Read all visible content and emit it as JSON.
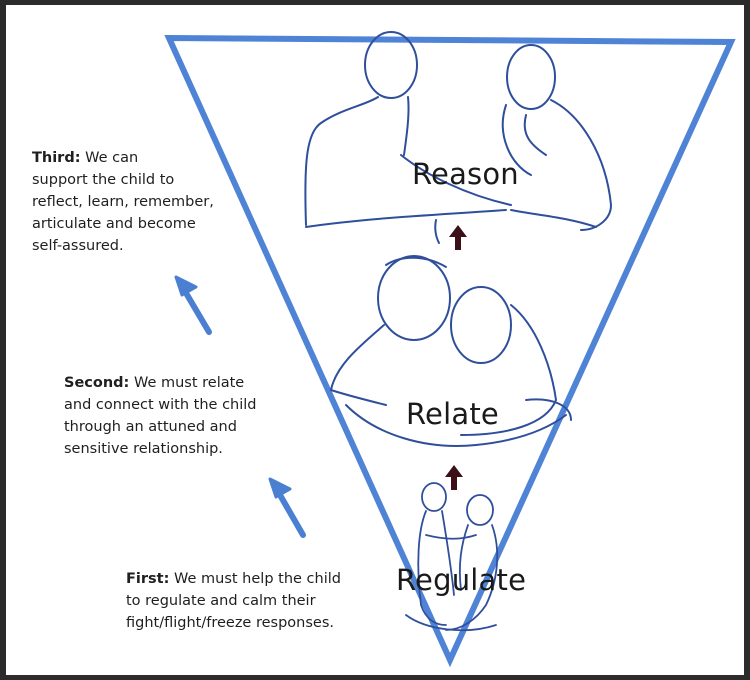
{
  "colors": {
    "triangle": "#4f83d6",
    "arrow_blue": "#4a7fd2",
    "arrow_dark": "#3b1018",
    "figure_line": "#2f4f9c"
  },
  "levels": {
    "reason": "Reason",
    "relate": "Relate",
    "regulate": "Regulate"
  },
  "notes": {
    "third": {
      "label": "Third:",
      "lines": [
        "We can",
        "support the child to",
        "reflect, learn, remember,",
        "articulate and become",
        "self-assured."
      ]
    },
    "second": {
      "label": "Second:",
      "lines": [
        "We must relate",
        "and connect with the child",
        "through an attuned and",
        "sensitive relationship."
      ]
    },
    "first": {
      "label": "First:",
      "lines": [
        "We must help the child",
        "to regulate and calm their",
        "fight/flight/freeze responses."
      ]
    }
  },
  "icons": [
    "up-arrow-icon",
    "person-figure-icon"
  ]
}
